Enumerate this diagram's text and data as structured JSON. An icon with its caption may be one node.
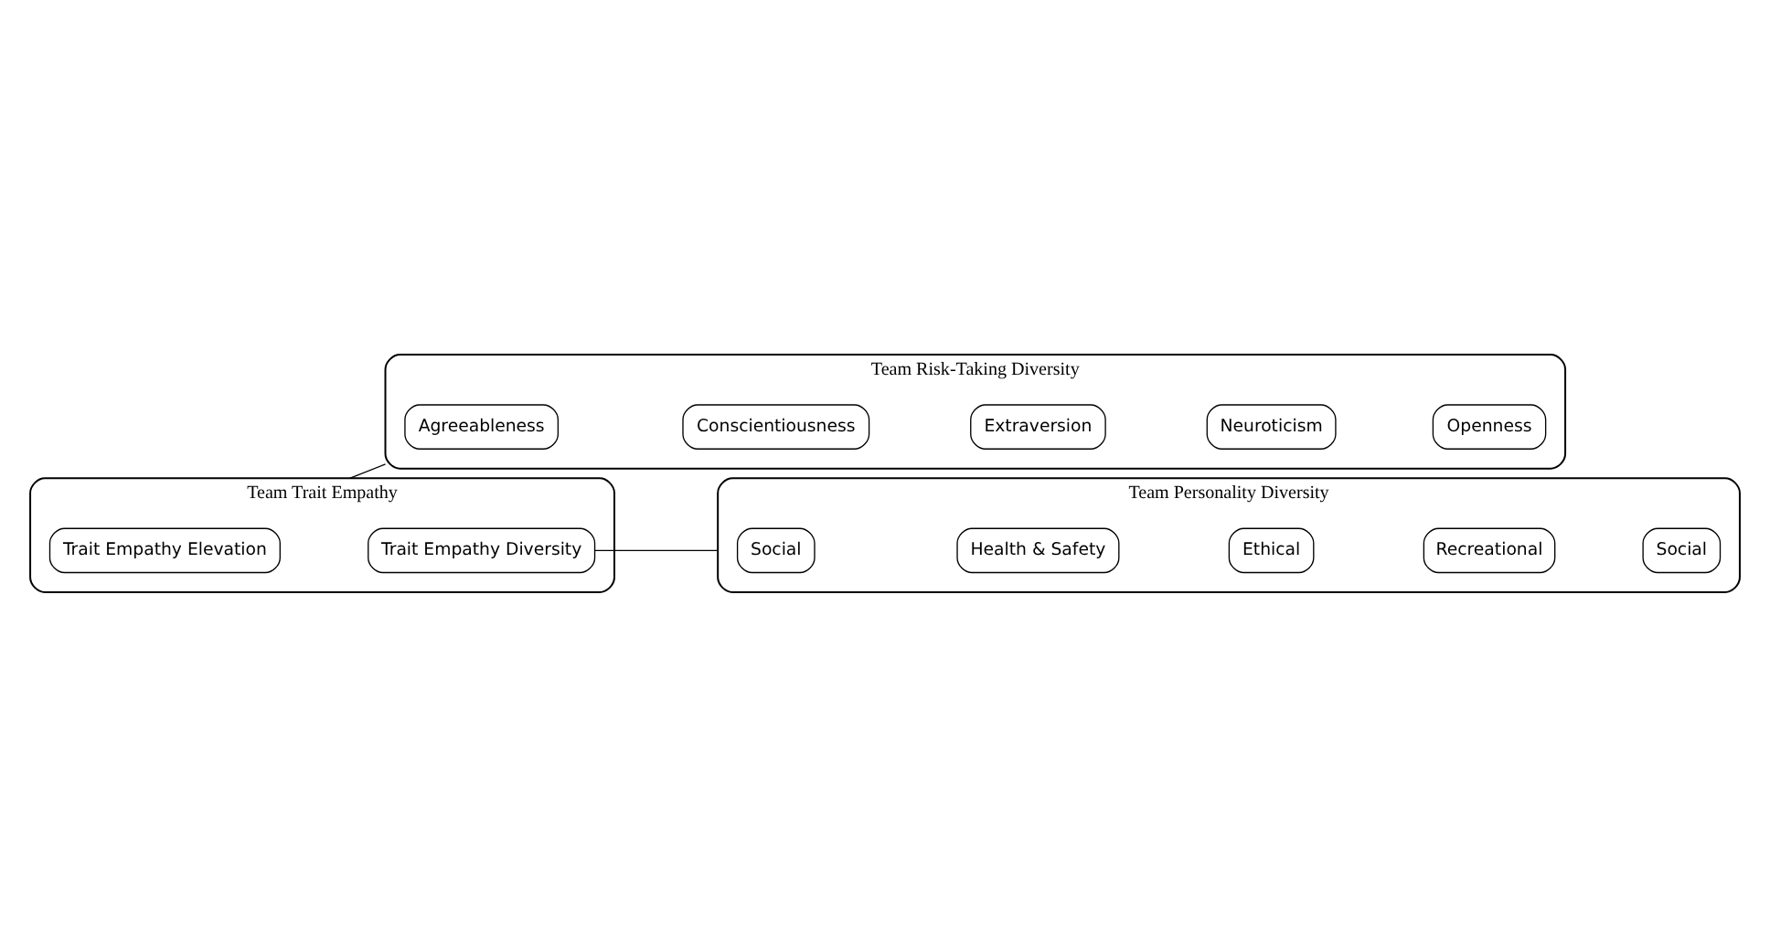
{
  "diagram": {
    "nodes": [
      {
        "text": [
          "Team Trait Empathy"
        ]
      },
      {
        "text": [
          "Trait Empathy Elevation"
        ],
        "in": 0
      },
      {
        "text": [
          "Trait Empathy Diversity"
        ],
        "in": 0
      },
      {
        "text": [
          "Team Risk-Taking Diversity"
        ]
      },
      {
        "text": [
          "Agreeableness"
        ],
        "in": 3
      },
      {
        "text": [
          "Conscientiousness"
        ],
        "in": 3
      },
      {
        "text": [
          "Extraversion"
        ],
        "in": 3
      },
      {
        "text": [
          "Neuroticism"
        ],
        "in": 3
      },
      {
        "text": [
          "Openness"
        ],
        "in": 3
      },
      {
        "text": [
          "Team Personality Diversity"
        ]
      },
      {
        "text": [
          "Social"
        ],
        "in": 9
      },
      {
        "text": [
          "Health & Safety"
        ],
        "in": 9
      },
      {
        "text": [
          "Ethical"
        ],
        "in": 9
      },
      {
        "text": [
          "Recreational"
        ],
        "in": 9
      },
      {
        "text": [
          "Social"
        ],
        "in": 9
      }
    ],
    "edges": [
      {
        "from": 0,
        "to": 3,
        "arrow": "none"
      },
      {
        "from": 2,
        "to": 9,
        "arrow": "none"
      }
    ]
  }
}
